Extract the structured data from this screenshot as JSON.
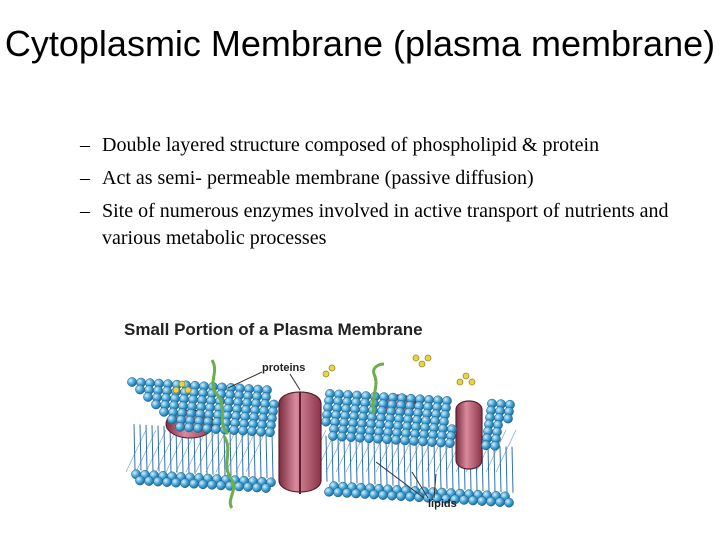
{
  "slide": {
    "title": "Cytoplasmic Membrane (plasma membrane)",
    "bullets": [
      "Double layered structure composed of phospholipid & protein",
      "Act as semi- permeable  membrane (passive diffusion)",
      "Site of numerous enzymes involved in active transport of nutrients and various metabolic processes"
    ],
    "bullet_marker": "–"
  },
  "figure": {
    "title": "Small Portion of a Plasma Membrane",
    "label_proteins": "proteins",
    "label_lipids": "lipids",
    "colors": {
      "lipid_head": "#4aa8d8",
      "lipid_tail": "#2f6fb0",
      "protein": "#b85a70",
      "glycan": "#c9b640",
      "chain": "#6cae4a"
    }
  }
}
